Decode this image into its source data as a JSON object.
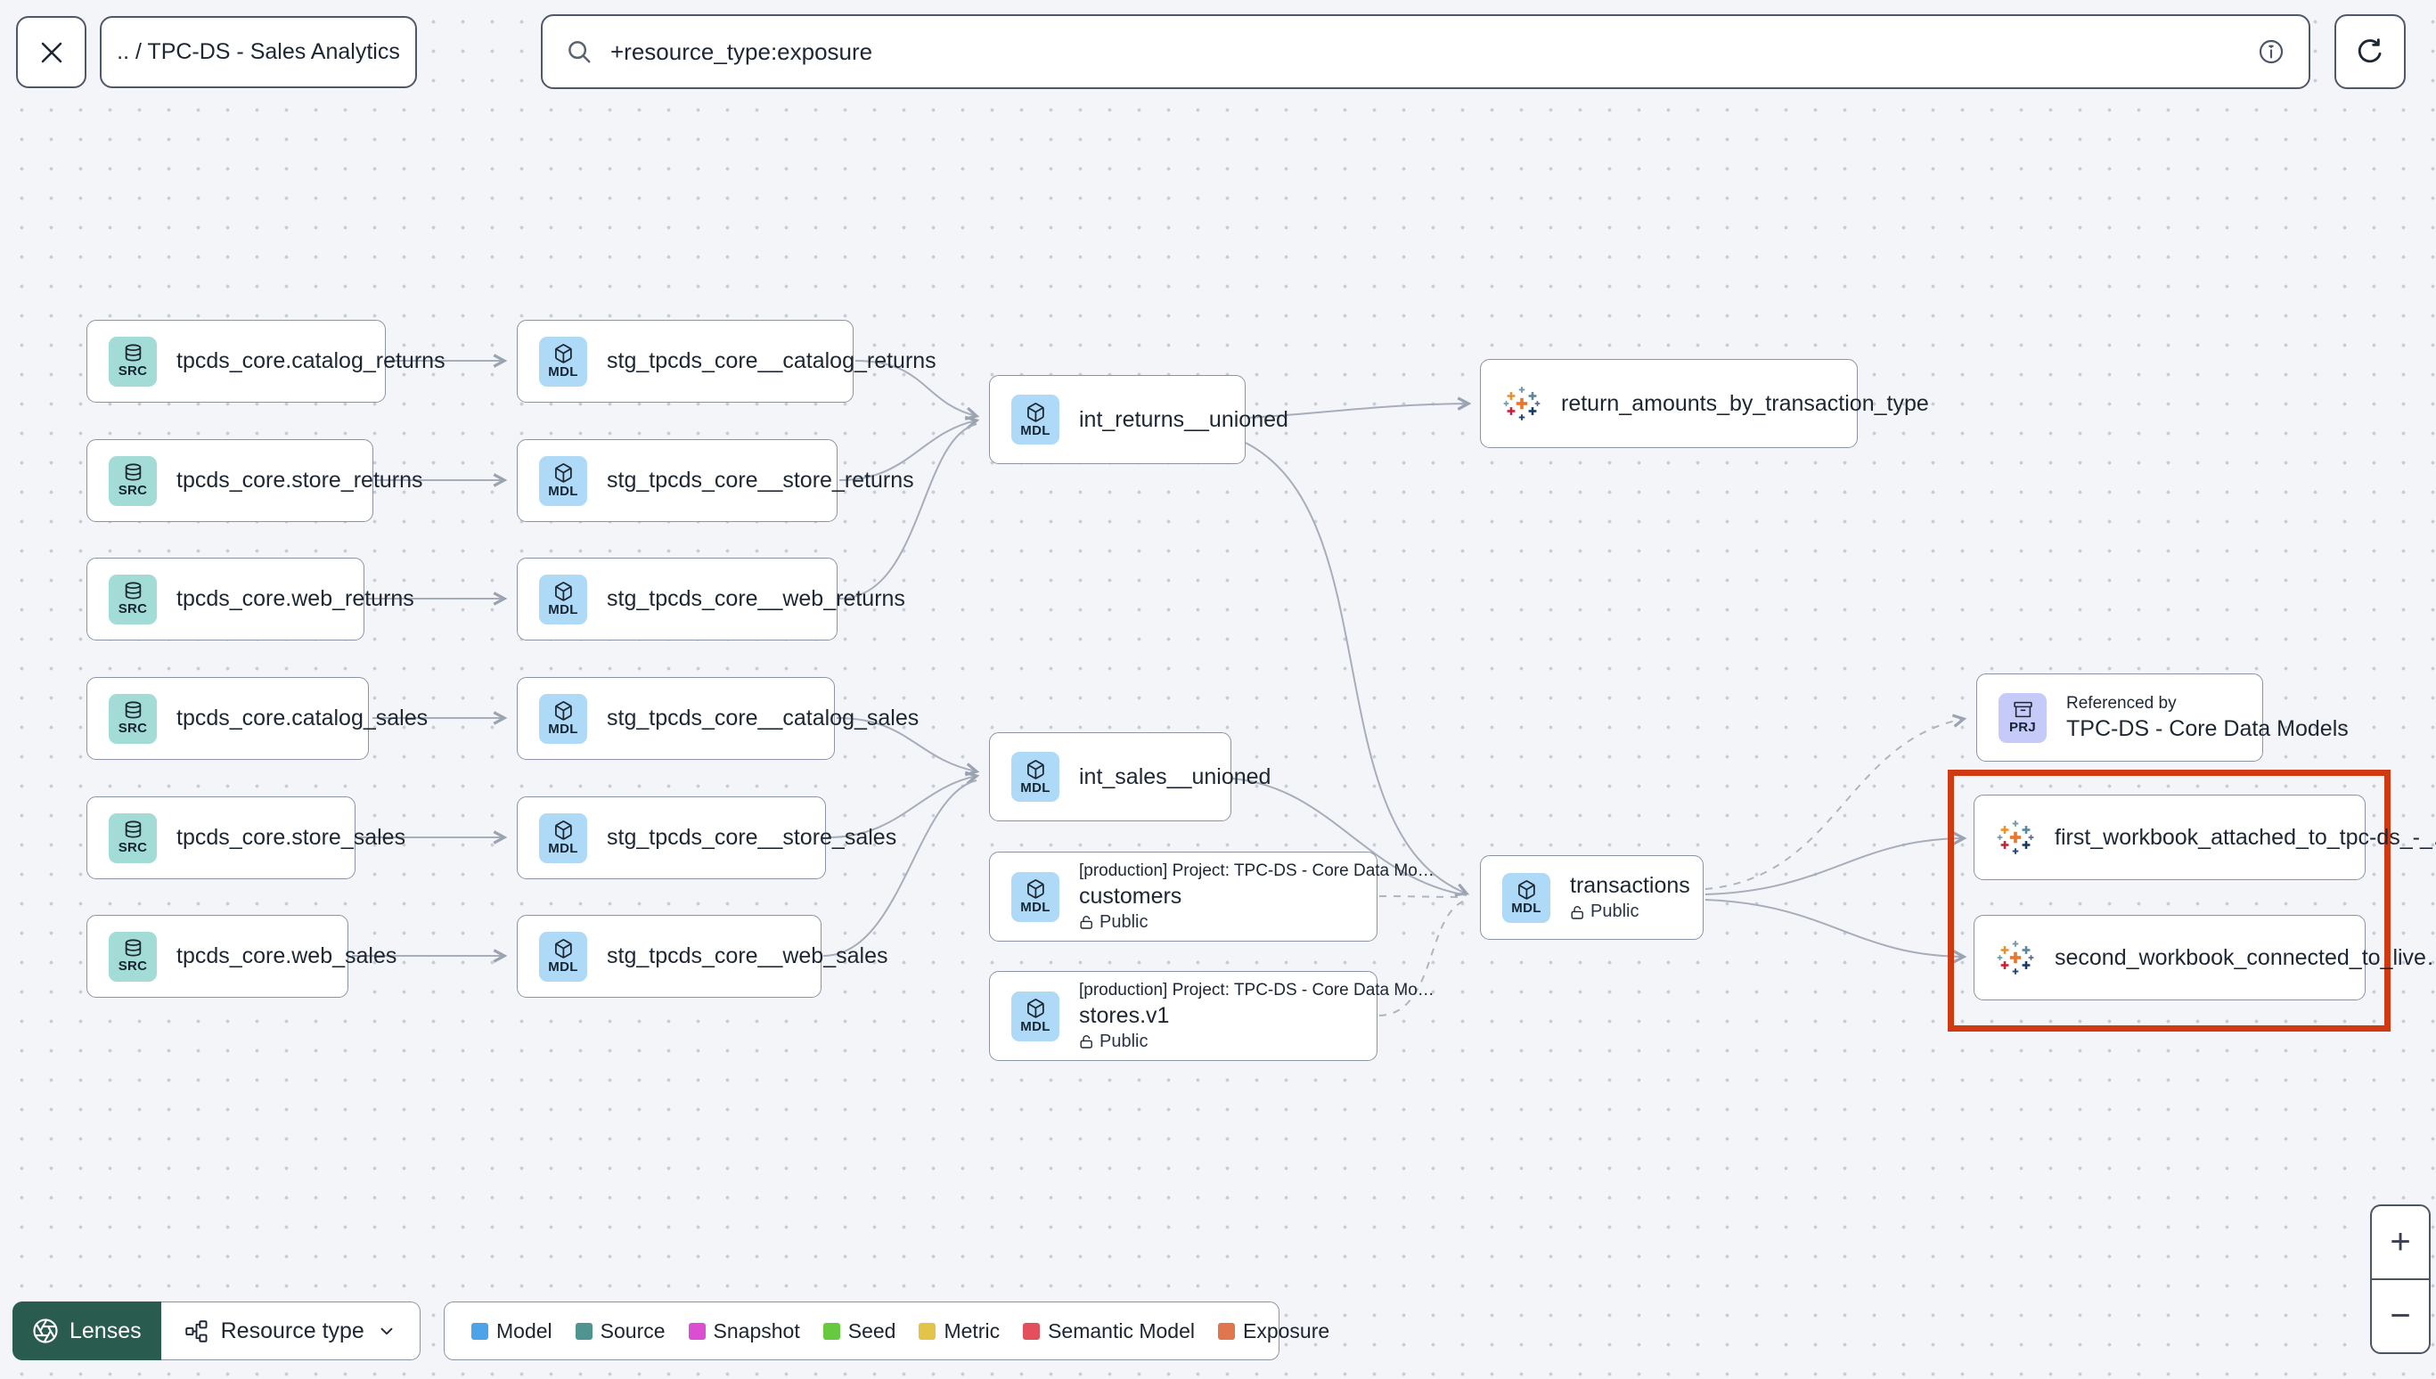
{
  "topbar": {
    "close_icon": "x-icon",
    "breadcrumb": ".. / TPC-DS - Sales Analytics",
    "search_icon": "search-icon",
    "search_value": "+resource_type:exposure",
    "info_icon": "info-icon",
    "refresh_icon": "refresh-icon"
  },
  "badges": {
    "src": "SRC",
    "mdl": "MDL",
    "prj": "PRJ"
  },
  "access_label": "Public",
  "project_line": "[production] Project: TPC-DS - Core Data Mo…",
  "nodes": {
    "src_catalog_returns": {
      "label": "tpcds_core.catalog_returns"
    },
    "src_store_returns": {
      "label": "tpcds_core.store_returns"
    },
    "src_web_returns": {
      "label": "tpcds_core.web_returns"
    },
    "src_catalog_sales": {
      "label": "tpcds_core.catalog_sales"
    },
    "src_store_sales": {
      "label": "tpcds_core.store_sales"
    },
    "src_web_sales": {
      "label": "tpcds_core.web_sales"
    },
    "stg_catalog_returns": {
      "label": "stg_tpcds_core__catalog_returns"
    },
    "stg_store_returns": {
      "label": "stg_tpcds_core__store_returns"
    },
    "stg_web_returns": {
      "label": "stg_tpcds_core__web_returns"
    },
    "stg_catalog_sales": {
      "label": "stg_tpcds_core__catalog_sales"
    },
    "stg_store_sales": {
      "label": "stg_tpcds_core__store_sales"
    },
    "stg_web_sales": {
      "label": "stg_tpcds_core__web_sales"
    },
    "int_returns": {
      "label": "int_returns__unioned"
    },
    "int_sales": {
      "label": "int_sales__unioned"
    },
    "return_amounts": {
      "label": "return_amounts_by_transaction_type",
      "icon": "tableau-icon"
    },
    "customers": {
      "label": "customers"
    },
    "stores": {
      "label": "stores.v1"
    },
    "transactions": {
      "label": "transactions"
    },
    "referenced_by": {
      "title": "Referenced by",
      "label": "TPC-DS - Core Data Models"
    },
    "workbook1": {
      "label": "first_workbook_attached_to_tpc-ds_-_…",
      "icon": "tableau-icon"
    },
    "workbook2": {
      "label": "second_workbook_connected_to_live…",
      "icon": "tableau-icon"
    }
  },
  "legend": {
    "items": [
      {
        "label": "Model",
        "color": "#4da3e8"
      },
      {
        "label": "Source",
        "color": "#4f948e"
      },
      {
        "label": "Snapshot",
        "color": "#da4ed2"
      },
      {
        "label": "Seed",
        "color": "#66c93f"
      },
      {
        "label": "Metric",
        "color": "#e3c44a"
      },
      {
        "label": "Semantic Model",
        "color": "#e44f5e"
      },
      {
        "label": "Exposure",
        "color": "#e0764d"
      }
    ]
  },
  "controls": {
    "lenses_label": "Lenses",
    "lenses_icon": "aperture-icon",
    "resource_type_label": "Resource type",
    "resource_type_icon": "hierarchy-icon",
    "chevron_icon": "chevron-down-icon",
    "zoom_in": "+",
    "zoom_out": "−"
  }
}
